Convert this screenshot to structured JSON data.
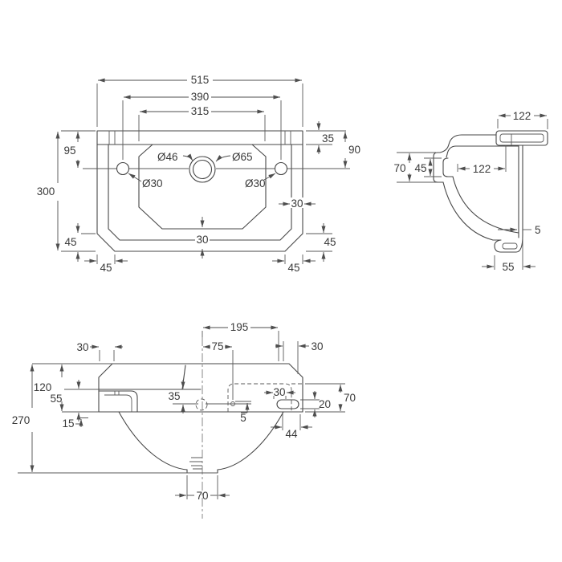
{
  "drawing": {
    "type": "basin-technical-dimension-drawing",
    "line_color": "#474747",
    "background": "#ffffff",
    "plan_view": {
      "overall_width": "515",
      "tap_hole_centres": "390",
      "bowl_top_width": "315",
      "back_edge_to_hole": "95",
      "overall_depth": "300",
      "back_ledge_depth": "35",
      "back_edge_to_hole_right": "90",
      "waste_inner_diameter": "Ø46",
      "waste_outer_diameter": "Ø65",
      "tap_hole_left_diameter": "Ø30",
      "tap_hole_right_diameter": "Ø30",
      "rim_width_right": "30",
      "rim_width_bottom": "30",
      "chamfer_left_vertical": "45",
      "chamfer_right_vertical": "45",
      "chamfer_left_horizontal": "45",
      "chamfer_right_horizontal": "45"
    },
    "side_view": {
      "ledge_depth": "122",
      "front_lip_outer_height": "70",
      "front_lip_inner_height": "45",
      "lip_to_back_depth": "122",
      "back_wall_thickness": "5",
      "fixing_foot_depth": "55"
    },
    "front_view": {
      "centre_to_right_span": "195",
      "left_edge_inset": "30",
      "centre_to_overflow_hole": "75",
      "right_edge_inset": "30",
      "rim_section_height": "120",
      "deck_to_rim_bottom": "55",
      "overall_height": "270",
      "lip_return": "15",
      "deck_to_waste_centre": "35",
      "slot_width": "30",
      "hole_drop": "5",
      "slot_height": "20",
      "right_section_height": "70",
      "slot_to_edge": "44",
      "trap_outlet_width": "70"
    }
  }
}
